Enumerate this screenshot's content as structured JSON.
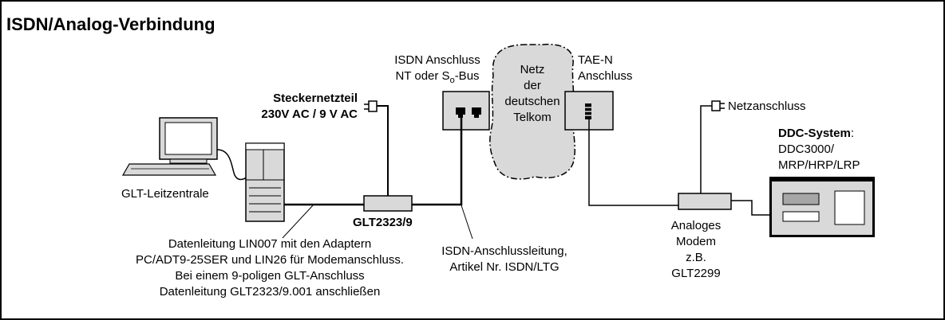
{
  "title": "ISDN/Analog-Verbindung",
  "power_supply": {
    "line1": "Steckernetzteil",
    "line2": "230V AC / 9 V AC"
  },
  "isdn_connection": {
    "line1": "ISDN Anschluss",
    "line2_prefix": "NT oder S",
    "line2_sub": "o",
    "line2_suffix": "-Bus"
  },
  "network": {
    "line1": "Netz",
    "line2": "der",
    "line3": "deutschen",
    "line4": "Telkom"
  },
  "tae": {
    "line1": "TAE-N",
    "line2": "Anschluss"
  },
  "mains": "Netzanschluss",
  "ddc": {
    "name": "DDC-System",
    "colon": ":",
    "line2": "DDC3000/",
    "line3": "MRP/HRP/LRP"
  },
  "glt_label": "GLT-Leitzentrale",
  "adapter_label": "GLT2323/9",
  "data_line": {
    "line1": "Datenleitung LIN007 mit den Adaptern",
    "line2": "PC/ADT9-25SER und LIN26 für Modemanschluss.",
    "line3": "Bei einem 9-poligen GLT-Anschluss",
    "line4": "Datenleitung GLT2323/9.001 anschließen"
  },
  "isdn_line": {
    "line1": "ISDN-Anschlussleitung,",
    "line2": "Artikel Nr. ISDN/LTG"
  },
  "modem": {
    "line1": "Analoges",
    "line2": "Modem",
    "line3": "z.B.",
    "line4": "GLT2299"
  }
}
